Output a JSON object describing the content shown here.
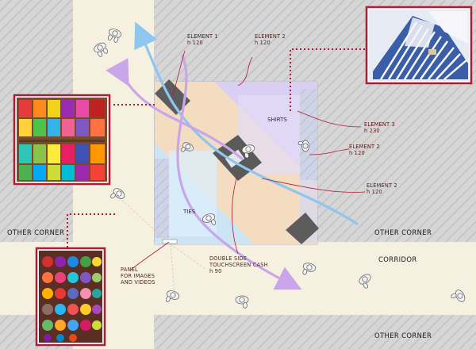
{
  "labels": {
    "element1": [
      "ELEMENT 1",
      "h 120"
    ],
    "element2_top": [
      "ELEMENT 2",
      "h 120"
    ],
    "element3": [
      "ELEMENT 3",
      "h 230"
    ],
    "element2_mid": [
      "ELEMENT 2",
      "h 120"
    ],
    "element2_low": [
      "ELEMENT 2",
      "h 120"
    ],
    "shirts": "SHIRTS",
    "ties": "TIES",
    "panel": [
      "PANEL",
      "FOR IMAGES",
      "AND VIDEOS"
    ],
    "cash": [
      "DOUBLE SIDE",
      "TOUCHSCREEN CASH",
      "h 90"
    ],
    "other_corner_left": "OTHER CORNER",
    "other_corner_right": "OTHER CORNER",
    "other_corner_bottom": "OTHER CORNER",
    "corridor": "CORRIDOR"
  },
  "colors": {
    "floor_gray": "#d4d4d4",
    "corridor": "#f6f0e0",
    "hatch": "#c2c2c2",
    "shirts_zone": "#d9cff2",
    "ties_zone": "#cde4f4",
    "center_band": "#f3dcc0",
    "fixture_dark": "#5c5c5c",
    "callout_red": "#b01b35",
    "arrow_blue": "#8ec6ef",
    "arrow_purple": "#c9a5ea"
  },
  "icons": [
    "person-icon",
    "shirt-photo",
    "tie-photo"
  ]
}
